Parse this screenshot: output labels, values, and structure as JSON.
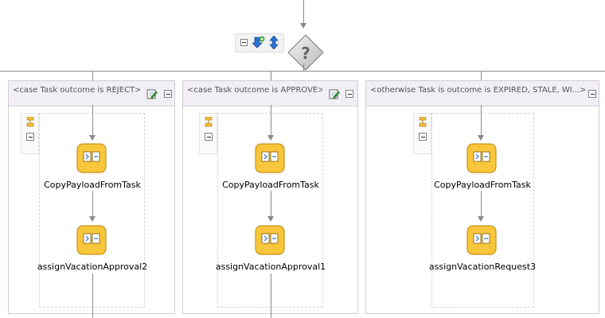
{
  "decision": {
    "icon": "question-diamond-icon"
  },
  "toolbar": {
    "icons": [
      "collapse-icon",
      "add-branch-icon",
      "reorder-icon"
    ]
  },
  "branches": [
    {
      "label": "<case Task outcome is REJECT>",
      "nodes": [
        "CopyPayloadFromTask",
        "assignVacationApproval2"
      ]
    },
    {
      "label": "<case Task outcome is APPROVE>",
      "nodes": [
        "CopyPayloadFromTask",
        "assignVacationApproval1"
      ]
    },
    {
      "label": "<otherwise Task is outcome is EXPIRED, STALE, WI...>",
      "nodes": [
        "CopyPayloadFromTask",
        "assignVacationRequest3"
      ]
    }
  ]
}
